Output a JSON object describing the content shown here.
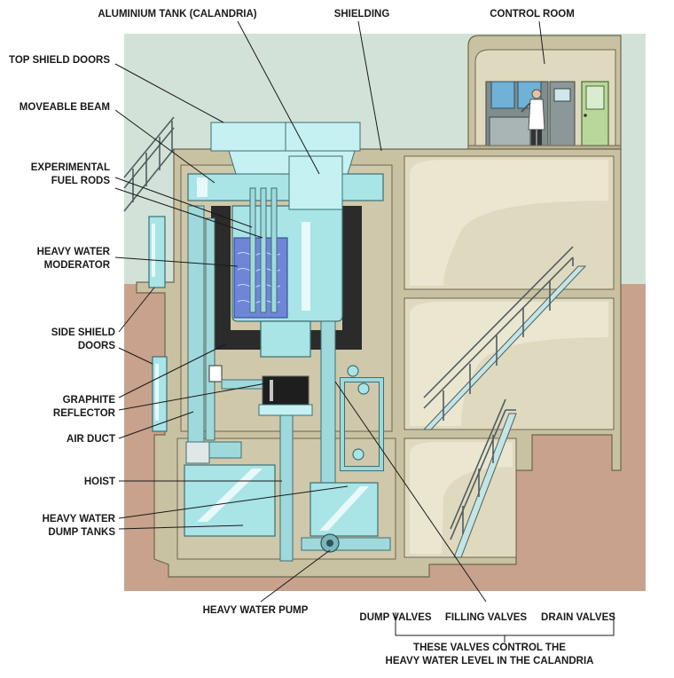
{
  "labels": {
    "aluminium_tank": "ALUMINIUM TANK (CALANDRIA)",
    "shielding": "SHIELDING",
    "control_room": "CONTROL ROOM",
    "top_shield_doors": "TOP SHIELD DOORS",
    "moveable_beam": "MOVEABLE BEAM",
    "experimental_fuel_rods_line1": "EXPERIMENTAL",
    "experimental_fuel_rods_line2": "FUEL RODS",
    "heavy_water_moderator_line1": "HEAVY WATER",
    "heavy_water_moderator_line2": "MODERATOR",
    "side_shield_doors_line1": "SIDE SHIELD",
    "side_shield_doors_line2": "DOORS",
    "graphite_reflector_line1": "GRAPHITE",
    "graphite_reflector_line2": "REFLECTOR",
    "air_duct": "AIR DUCT",
    "hoist": "HOIST",
    "heavy_water_dump_tanks_line1": "HEAVY WATER",
    "heavy_water_dump_tanks_line2": "DUMP TANKS",
    "heavy_water_pump": "HEAVY WATER PUMP",
    "dump_valves": "DUMP VALVES",
    "filling_valves": "FILLING VALVES",
    "drain_valves": "DRAIN VALVES",
    "valves_note_line1": "THESE VALVES CONTROL THE",
    "valves_note_line2": "HEAVY WATER LEVEL IN THE CALANDRIA"
  },
  "colors": {
    "sky": "#d3e2d8",
    "ground": "#c8a28c",
    "concrete": "#c9c2a2",
    "room": "#dfd9bf",
    "tank_cyan": "#a9e4e6",
    "heavy_water": "#6f86d8",
    "graphite": "#2b2b2b",
    "control_wall": "#7f8d8c",
    "door_green": "#b9d79b"
  }
}
